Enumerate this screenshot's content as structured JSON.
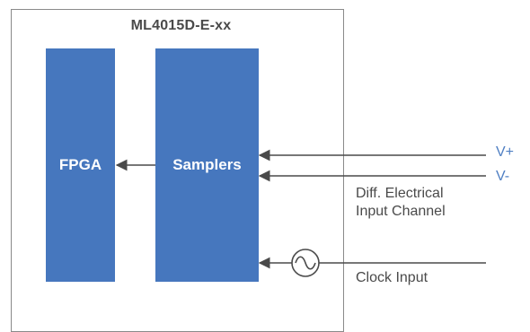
{
  "title": "ML4015D-E-xx",
  "blocks": {
    "fpga": "FPGA",
    "samplers": "Samplers"
  },
  "inputs": {
    "v_plus": "V+",
    "v_minus": "V-",
    "diff_line1": "Diff. Electrical",
    "diff_line2": "Input Channel",
    "clock": "Clock Input"
  },
  "colors": {
    "block_fill": "#4677be",
    "block_text": "#ffffff",
    "signal_label": "#4f7fc3",
    "line": "#4a4a4a",
    "border": "#8a8a8a"
  },
  "icons": {
    "clock_source": "sine-wave-source-icon"
  }
}
